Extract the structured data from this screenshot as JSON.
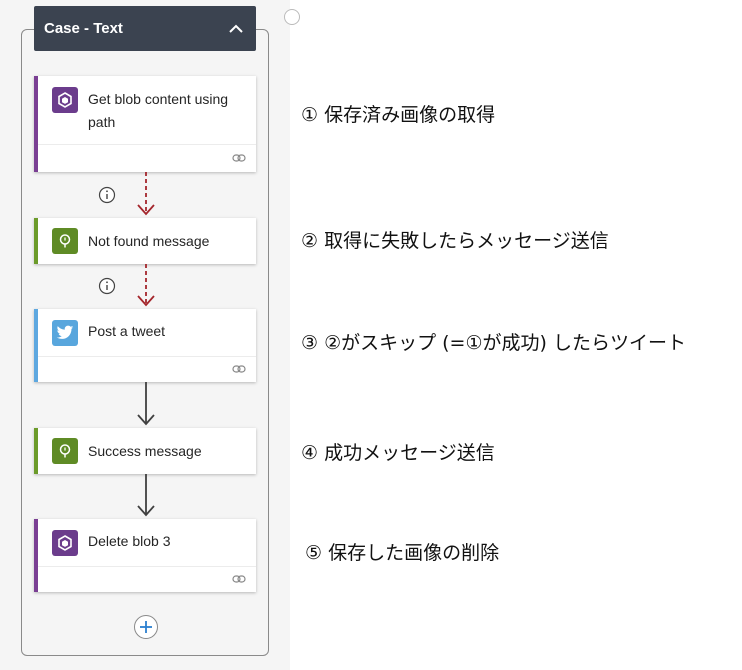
{
  "case_block": {
    "title": "Case - Text"
  },
  "actions": [
    {
      "label": "Get blob content using path",
      "icon": "blob-storage-icon",
      "color": "#7a3f93"
    },
    {
      "label": "Not found message",
      "icon": "notification-icon",
      "color": "#6c9b2a"
    },
    {
      "label": "Post a tweet",
      "icon": "twitter-icon",
      "color": "#5ea8e0"
    },
    {
      "label": "Success message",
      "icon": "notification-icon",
      "color": "#6c9b2a"
    },
    {
      "label": "Delete blob 3",
      "icon": "blob-storage-icon",
      "color": "#7a3f93"
    }
  ],
  "steps": [
    "① 保存済み画像の取得",
    "② 取得に失敗したらメッセージ送信",
    "③ ②がスキップ (=①が成功) したらツイート",
    "④ 成功メッセージ送信",
    "⑤ 保存した画像の削除"
  ],
  "colors": {
    "run_after_failed": "#a4262c",
    "connector": "#404040",
    "header_bg": "#3b4350",
    "add_button": "#2b7fd0"
  }
}
